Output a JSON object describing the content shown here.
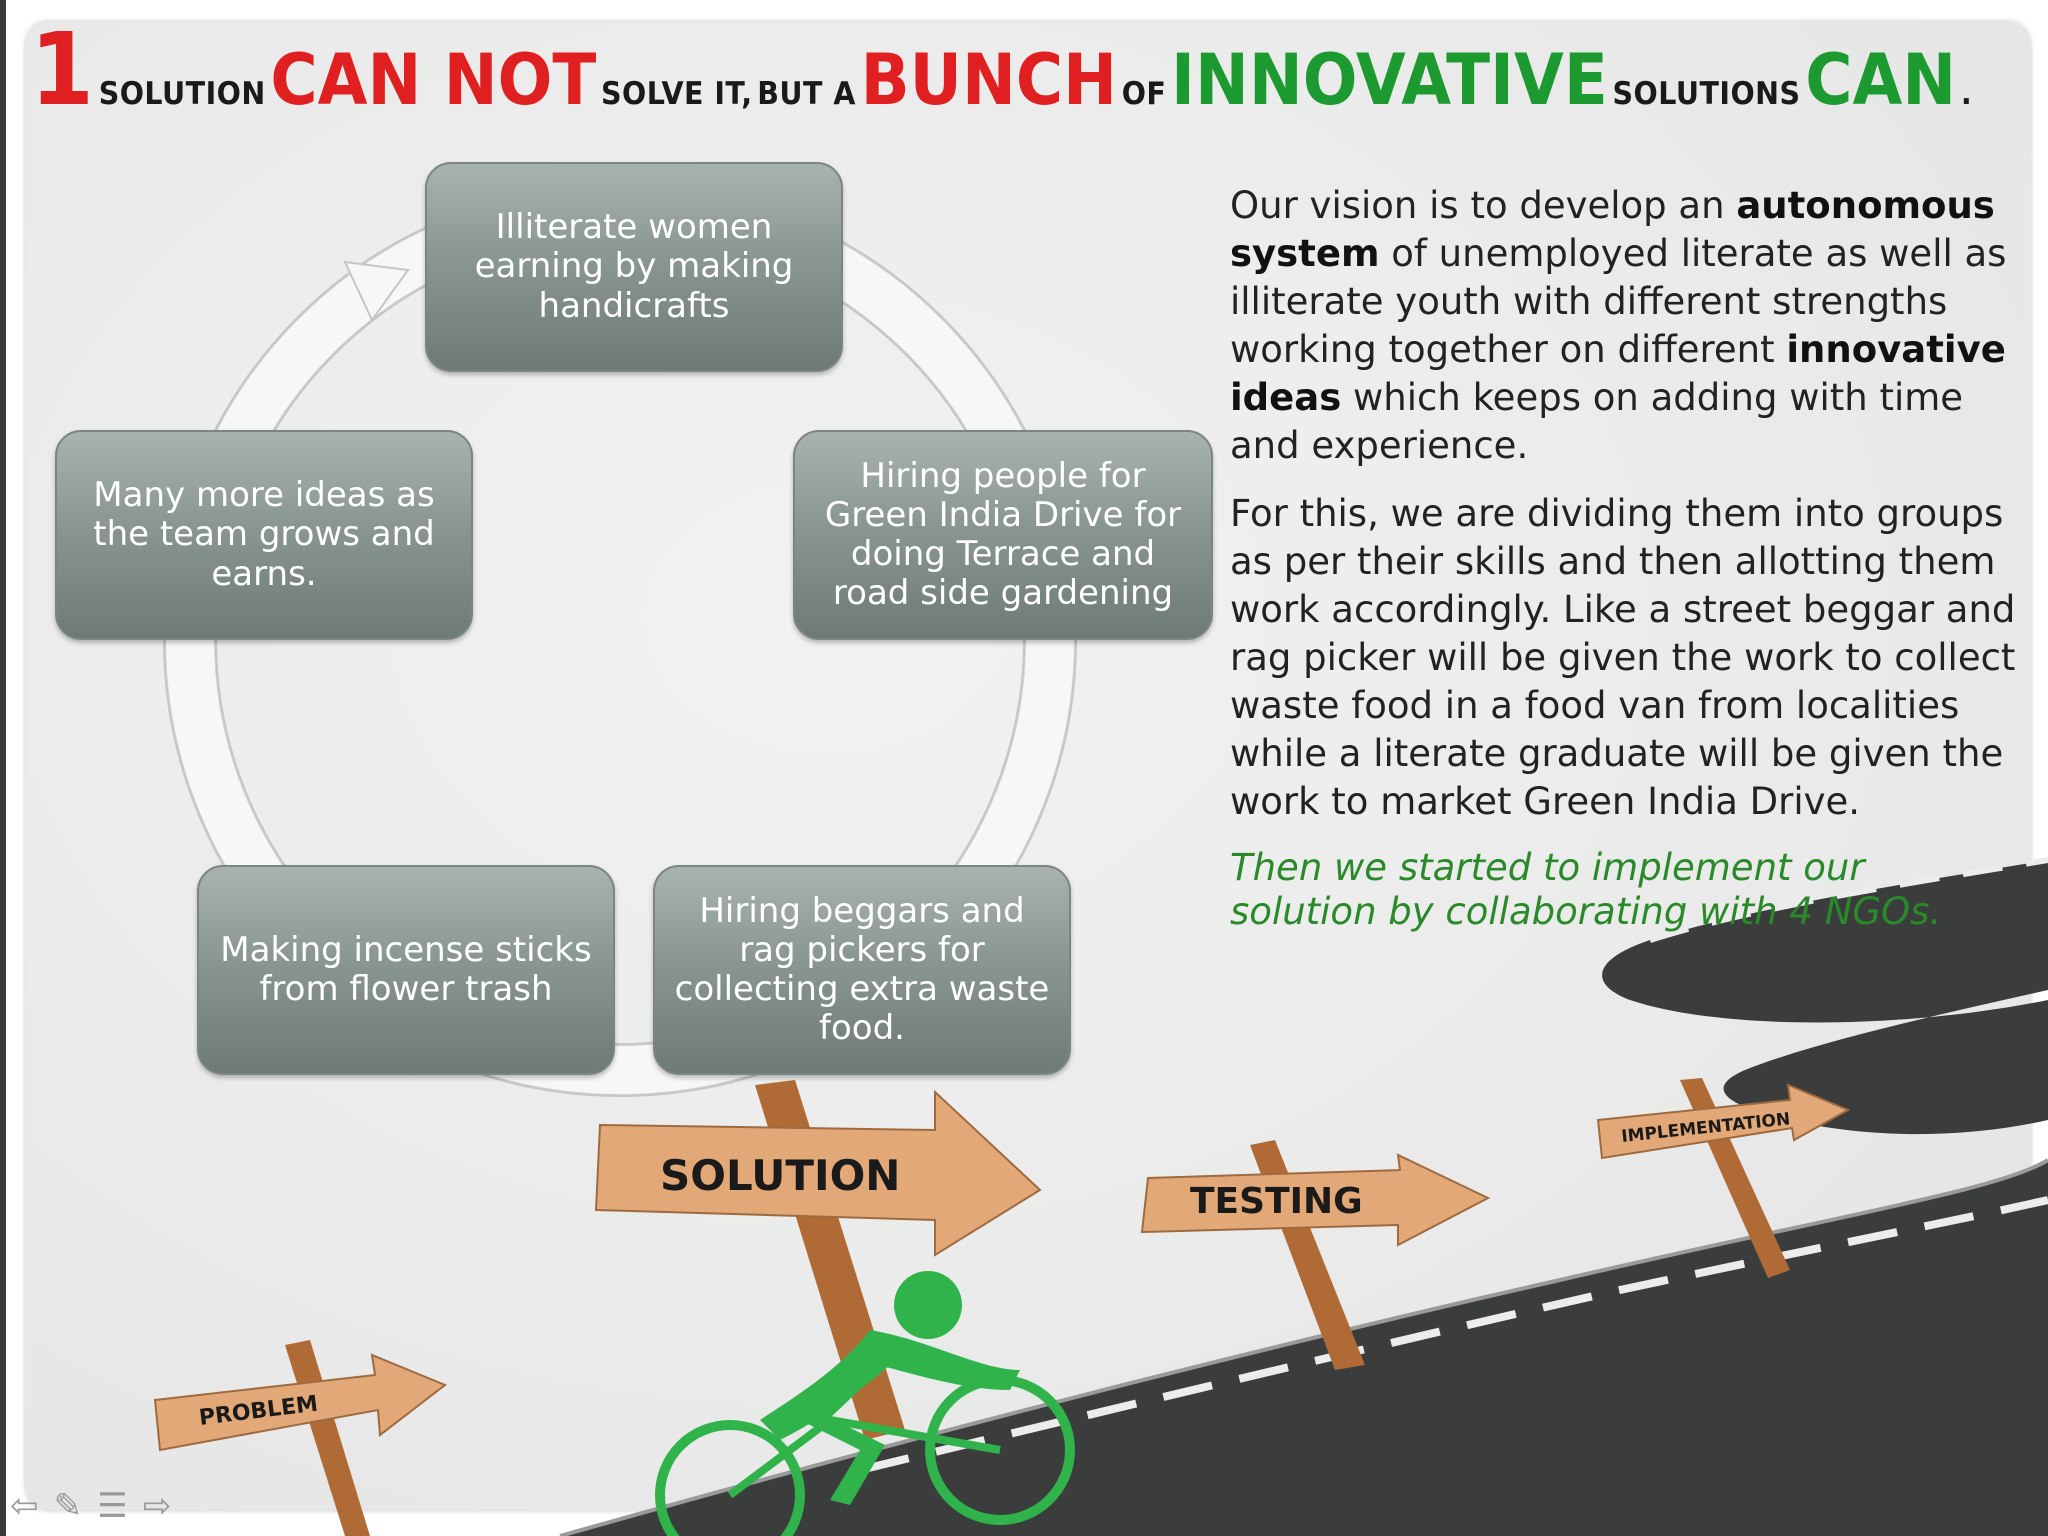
{
  "title": {
    "num": "1",
    "w1": "SOLUTION",
    "w2": "CAN NOT",
    "w3": "SOLVE IT,",
    "w4": "BUT A",
    "w5": "BUNCH",
    "w6": "OF",
    "w7": "INNOVATIVE",
    "w8": "SOLUTIONS",
    "w9": "CAN",
    "dot": "."
  },
  "cycle": {
    "top": "Illiterate women earning by making handicrafts",
    "right": "Hiring people for Green India Drive for doing Terrace and road side gardening",
    "bottom_right": "Hiring beggars and rag pickers for collecting extra waste food.",
    "bottom_left": "Making incense sticks from flower trash",
    "left": "Many more ideas as the team grows and earns."
  },
  "vision": {
    "p1_a": "Our vision is to develop an ",
    "p1_b": "autonomous system",
    "p1_c": " of unemployed literate as well as illiterate youth with different strengths working together on different ",
    "p1_d": "innovative ideas",
    "p1_e": " which keeps on adding with time and experience.",
    "p2": "For this, we are dividing them into groups as per their skills and then allotting them work accordingly. Like a street beggar and rag picker will be given the work to collect waste food in a food van from localities while a literate graduate will be given the work to market Green India Drive.",
    "p3": "Then we started to implement our solution by collaborating with 4 NGOs."
  },
  "signs": {
    "problem": "PROBLEM",
    "solution": "SOLUTION",
    "testing": "TESTING",
    "implementation": "IMPLEMENTATION"
  },
  "colors": {
    "title_red": "#e02020",
    "title_green": "#1c9a30",
    "box_gray": "#8a9790",
    "road": "#3a3a3a",
    "sign_wood": "#e2a878",
    "cyclist_green": "#2fb34a",
    "italic_green": "#2a8a2a"
  },
  "nav": {
    "prev": "⇦",
    "pen": "✎",
    "menu": "☰",
    "next": "⇨"
  }
}
